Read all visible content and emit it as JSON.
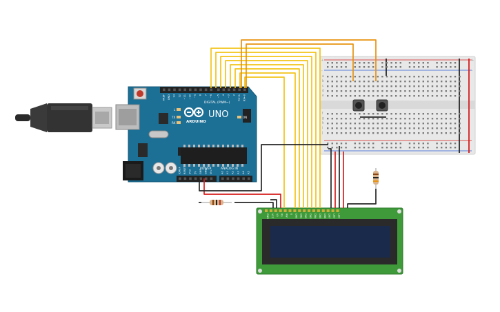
{
  "arduino": {
    "brand": "ARDUINO",
    "model": "UNO",
    "digital_header": "DIGITAL (PWM~)",
    "power_header": "POWER",
    "analog_header": "ANALOG IN",
    "led_l": "L",
    "led_tx": "TX",
    "led_rx": "RX",
    "led_on": "ON",
    "digital_pins": [
      "AREF",
      "GND",
      "13",
      "12",
      "~11",
      "~10",
      "~9",
      "8",
      "7",
      "~6",
      "~5",
      "4",
      "~3",
      "2",
      "TX→1",
      "RX←0"
    ],
    "power_pins": [
      "IOREF",
      "RESET",
      "3V3",
      "5V",
      "GND",
      "GND",
      "Vin"
    ],
    "analog_pins": [
      "A0",
      "A1",
      "A2",
      "A3",
      "A4",
      "A5"
    ]
  },
  "breadboard": {
    "rail_plus": "+",
    "rail_minus": "-",
    "row_letters_top": [
      "a",
      "b",
      "c",
      "d",
      "e"
    ],
    "row_letters_bottom": [
      "f",
      "g",
      "h",
      "i",
      "j"
    ]
  },
  "lcd": {
    "pin_labels": [
      "GND",
      "VCC",
      "V0",
      "RS",
      "RW",
      "E",
      "DB0",
      "DB1",
      "DB2",
      "DB3",
      "DB4",
      "DB5",
      "DB6",
      "DB7",
      "LED",
      "LED"
    ]
  },
  "colors": {
    "arduino_board": "#1c6f95",
    "arduino_edge": "#15597a",
    "breadboard": "#e8e8e8",
    "lcd_pcb": "#3f9b3a",
    "lcd_screen": "#1a2a4a",
    "wire_yellow": "#f2c418",
    "wire_orange": "#e8920e",
    "wire_red": "#d61c1c",
    "wire_black": "#262626"
  }
}
